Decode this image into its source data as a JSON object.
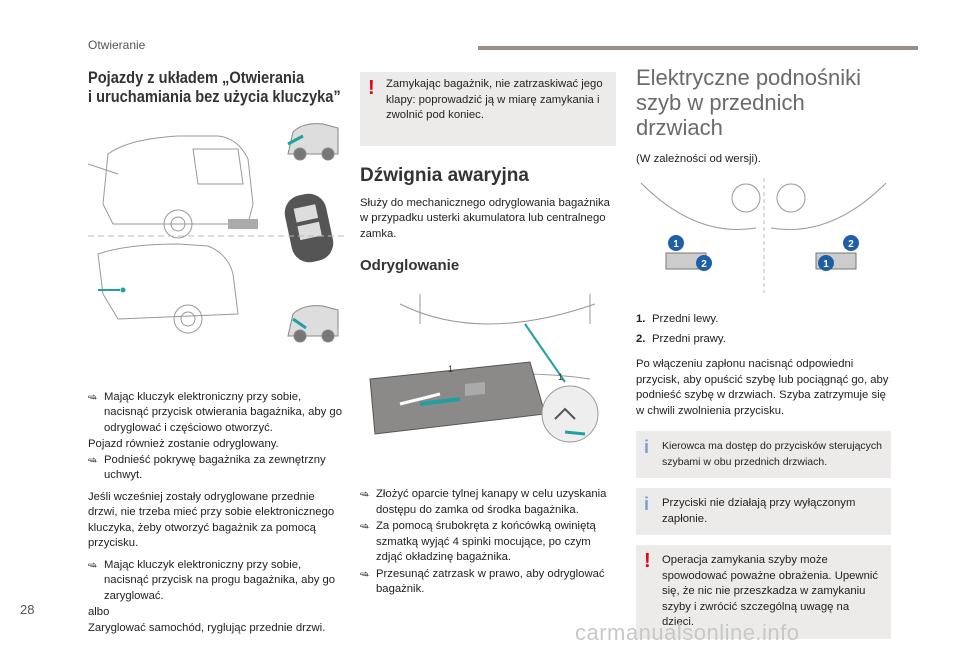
{
  "header": {
    "title": "Otwieranie"
  },
  "page_number": "28",
  "watermark": "carmanualsonline.info",
  "col1": {
    "title_line1": "Pojazdy z układem „Otwierania",
    "title_line2": "i uruchamiania bez użycia kluczyka”",
    "bullet1": "Mając kluczyk elektroniczny przy sobie, nacisnąć przycisk otwierania bagażnika, aby go odryglować i częściowo otworzyć.",
    "para1": "Pojazd również zostanie odryglowany.",
    "bullet2": "Podnieść pokrywę bagażnika za zewnętrzny uchwyt.",
    "para2": "Jeśli wcześniej zostały odryglowane przednie drzwi, nie trzeba mieć przy sobie elektronicznego kluczyka, żeby otworzyć bagażnik za pomocą przycisku.",
    "bullet3": "Mając kluczyk elektroniczny przy sobie, nacisnąć przycisk na progu bagażnika, aby go zaryglować.",
    "para3": "albo",
    "para4": "Zaryglować samochód, ryglując przednie drzwi."
  },
  "col2": {
    "warning": "Zamykając bagażnik, nie zatrzaskiwać jego klapy: poprowadzić ją w miarę zamykania i zwolnić pod koniec.",
    "section_title": "Dźwignia awaryjna",
    "intro": "Służy do mechanicznego odryglowania bagażnika w przypadku usterki akumulatora lub centralnego zamka.",
    "sub_title": "Odryglowanie",
    "fig_label_1a": "1",
    "fig_label_1b": "1",
    "bullet1": "Złożyć oparcie tylnej kanapy w celu uzyskania dostępu do zamka od środka bagażnika.",
    "bullet2": "Za pomocą śrubokręta z końcówką owiniętą szmatką wyjąć 4 spinki mocujące, po czym zdjąć okładzinę bagażnika.",
    "bullet3": "Przesunąć zatrzask w prawo, aby odryglować bagażnik."
  },
  "col3": {
    "title_line1": "Elektryczne podnośniki",
    "title_line2": "szyb w przednich drzwiach",
    "subtitle": "(W zależności od wersji).",
    "fig_labels": [
      "1",
      "2",
      "2",
      "1"
    ],
    "items": [
      {
        "num": "1.",
        "text": "Przedni lewy."
      },
      {
        "num": "2.",
        "text": "Przedni prawy."
      }
    ],
    "para": "Po włączeniu zapłonu nacisnąć odpowiedni przycisk, aby opuścić szybę lub pociągnąć go, aby podnieść szybę w drzwiach. Szyba zatrzymuje się w chwili zwolnienia przycisku.",
    "info1": "Kierowca ma dostęp do przycisków sterujących szybami w obu przednich drzwiach.",
    "info2": "Przyciski nie działają przy wyłączonym zapłonie.",
    "warning": "Operacja zamykania szyby może spowodować poważne obrażenia. Upewnić się, że nic nie przeszkadza w zamykaniu szyby i zwrócić szczególną uwagę na dzieci."
  },
  "colors": {
    "accent_red": "#e30613",
    "info_blue": "#7a9fd4",
    "box_bg": "#ecebe9",
    "bubble_blue": "#1f5fa8"
  }
}
